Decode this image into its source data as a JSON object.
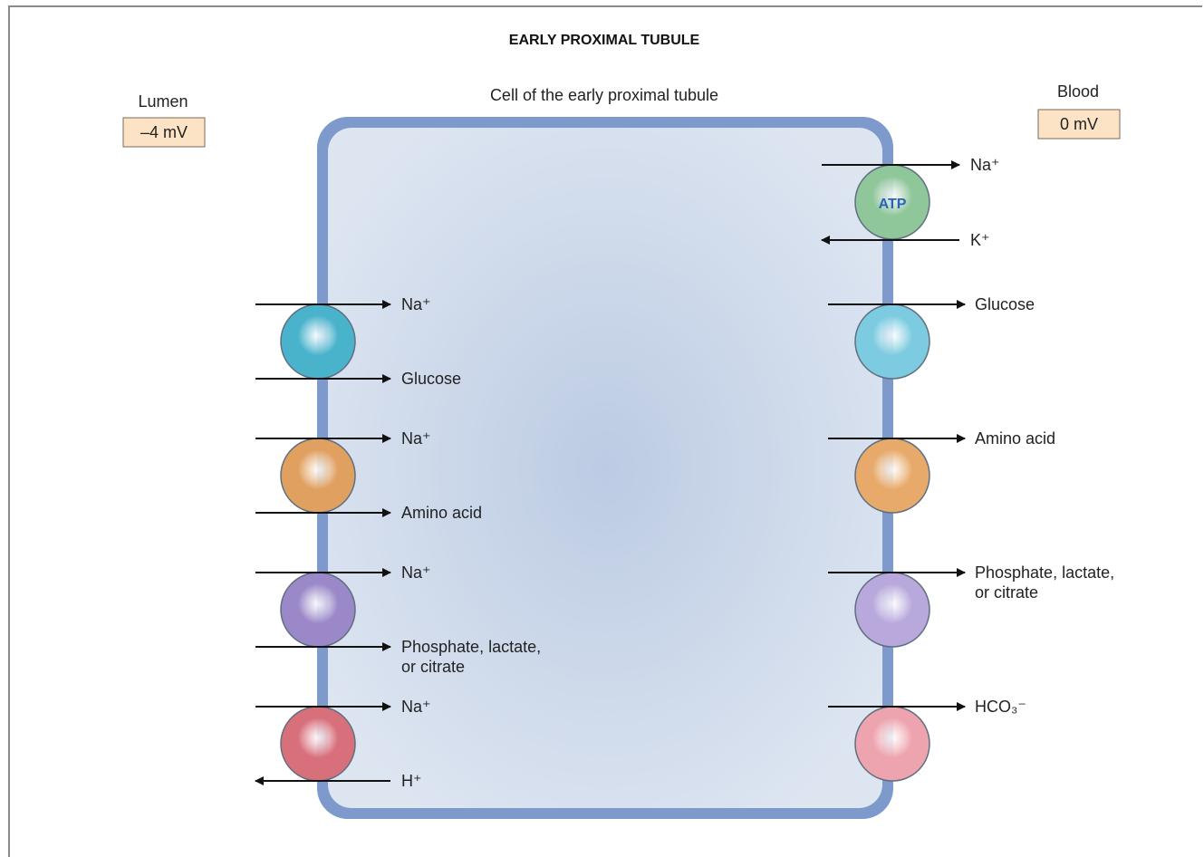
{
  "title": "EARLY PROXIMAL TUBULE",
  "cell_label": "Cell of the early proximal tubule",
  "lumen": {
    "label": "Lumen",
    "potential": "–4 mV"
  },
  "blood": {
    "label": "Blood",
    "potential": "0 mV"
  },
  "atp_label": "ATP",
  "luminal_transporters": [
    {
      "name": "sglt",
      "color": "#4ab3cc",
      "top_label": "Na⁺",
      "top_dir": "in",
      "bottom_label": "Glucose",
      "bottom_dir": "in"
    },
    {
      "name": "na-amino-acid",
      "color": "#e0a060",
      "top_label": "Na⁺",
      "top_dir": "in",
      "bottom_label": "Amino acid",
      "bottom_dir": "in"
    },
    {
      "name": "na-phosphate-lactate-citrate",
      "color": "#9b88c8",
      "top_label": "Na⁺",
      "top_dir": "in",
      "bottom_label": "Phosphate, lactate,\nor citrate",
      "bottom_dir": "in"
    },
    {
      "name": "na-h-exchanger",
      "color": "#d8707c",
      "top_label": "Na⁺",
      "top_dir": "in",
      "bottom_label": "H⁺",
      "bottom_dir": "out"
    }
  ],
  "basolateral_transporters": [
    {
      "name": "glucose-transporter",
      "color": "#7ccbe0",
      "label": "Glucose"
    },
    {
      "name": "amino-acid-transporter",
      "color": "#e8aa6a",
      "label": "Amino acid"
    },
    {
      "name": "phosphate-lactate-citrate-transporter",
      "color": "#b8a8dc",
      "label": "Phosphate, lactate,\nor citrate"
    },
    {
      "name": "bicarbonate-transporter",
      "color": "#eea4ae",
      "label": "HCO₃⁻"
    }
  ],
  "pump": {
    "color": "#8fc69a",
    "out_label": "Na⁺",
    "in_label": "K⁺"
  }
}
